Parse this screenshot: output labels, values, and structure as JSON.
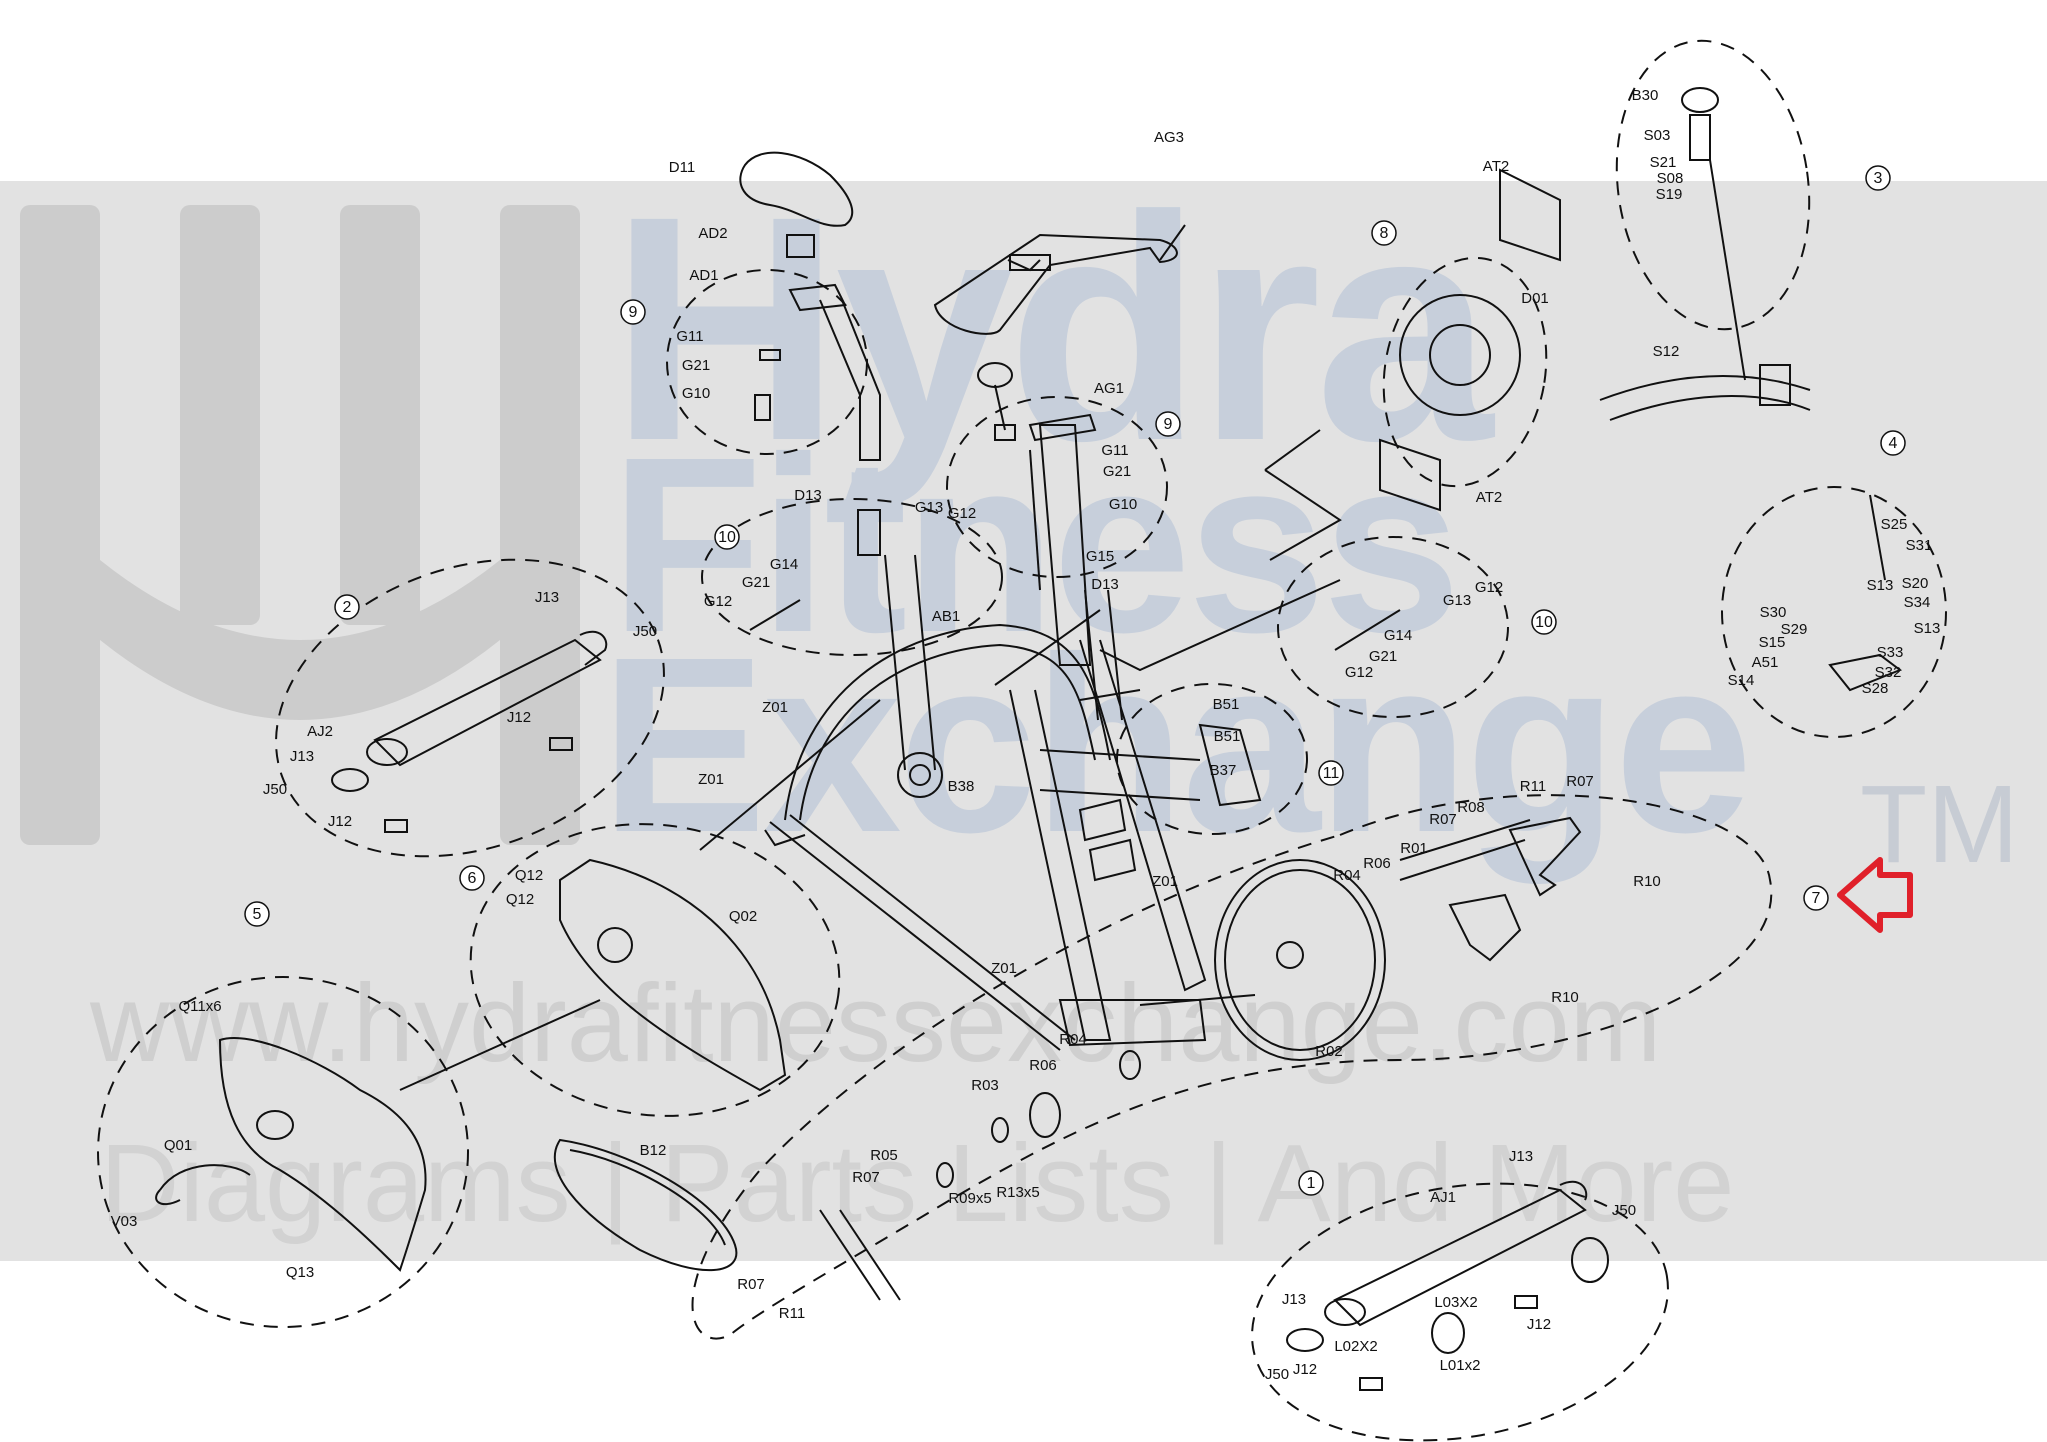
{
  "watermark": {
    "line1": "Hydra",
    "line2": "Fitness",
    "line3": "Exchange",
    "tm": "TM",
    "url": "www.hydrafitnessexchange.com",
    "tagline": "Diagrams | Parts Lists | And More"
  },
  "colors": {
    "background": "#ffffff",
    "band": "#e2e2e2",
    "watermark_blue": "#c7cfdb",
    "arrow": "#e0202a",
    "line": "#111111"
  },
  "groups": [
    "1",
    "2",
    "3",
    "4",
    "5",
    "6",
    "7",
    "8",
    "9",
    "9",
    "10",
    "10",
    "11"
  ],
  "parts": [
    "AG3",
    "D11",
    "AD2",
    "AD1",
    "G11",
    "G21",
    "G10",
    "AT2",
    "D01",
    "AT2",
    "B30",
    "S03",
    "S21",
    "S08",
    "S19",
    "S12",
    "AG1",
    "G11",
    "G21",
    "G10",
    "G15",
    "D13",
    "D13",
    "G13",
    "G12",
    "G14",
    "G21",
    "G12",
    "AB1",
    "G12",
    "G13",
    "G14",
    "G21",
    "G12",
    "S25",
    "S31",
    "S13",
    "S20",
    "S34",
    "S30",
    "S29",
    "S13",
    "S15",
    "S33",
    "A51",
    "S32",
    "S14",
    "S28",
    "J13",
    "J50",
    "AJ2",
    "J12",
    "J13",
    "J50",
    "J12",
    "Z01",
    "Z01",
    "B38",
    "B51",
    "B51",
    "B37",
    "R11",
    "R07",
    "R07",
    "R08",
    "R01",
    "R10",
    "R04",
    "R06",
    "R10",
    "Z01",
    "Q12",
    "Q12",
    "Q02",
    "Z01",
    "R04",
    "R02",
    "Q11x6",
    "Q01",
    "V03",
    "Q13",
    "R03",
    "R06",
    "B12",
    "R05",
    "R07",
    "R09x5",
    "R13x5",
    "R07",
    "R11",
    "J13",
    "AJ1",
    "J50",
    "L03X2",
    "J12",
    "J13",
    "L02X2",
    "L01x2",
    "J50",
    "J12"
  ]
}
